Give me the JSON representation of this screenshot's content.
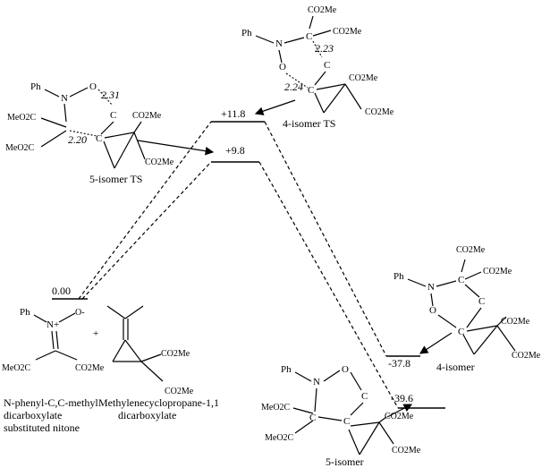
{
  "energies": {
    "reactant": "0.00",
    "ts_4": "+11.8",
    "ts_5": "+9.8",
    "product_4": "-37.8",
    "product_5": "-39.6"
  },
  "captions": {
    "ts_4": "4-isomer TS",
    "ts_5": "5-isomer TS",
    "product_4": "4-isomer",
    "product_5": "5-isomer",
    "nitrone_line1": "N-phenyl-C,C-methyl",
    "nitrone_line2": "dicarboxylate",
    "nitrone_line3": "substituted nitone",
    "mcp_line1": "Methylenecyclopropane-1,1",
    "mcp_line2": "dicarboxylate"
  },
  "distances": {
    "ts4_a": "2.23",
    "ts4_b": "2.24",
    "ts5_a": "2.31",
    "ts5_b": "2.20"
  },
  "atoms": {
    "ph": "Ph",
    "n": "N",
    "o": "O",
    "c": "C",
    "co2me": "CO2Me",
    "meo2c": "MeO2C",
    "plus": "+",
    "nplus": "N+",
    "ominus": "O-"
  }
}
